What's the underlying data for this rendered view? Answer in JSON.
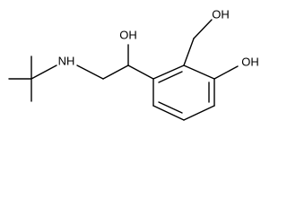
{
  "molecule": {
    "labels": {
      "nh": "NH",
      "oh_top": "OH",
      "oh_upper_right": "OH",
      "oh_right": "OH"
    }
  }
}
